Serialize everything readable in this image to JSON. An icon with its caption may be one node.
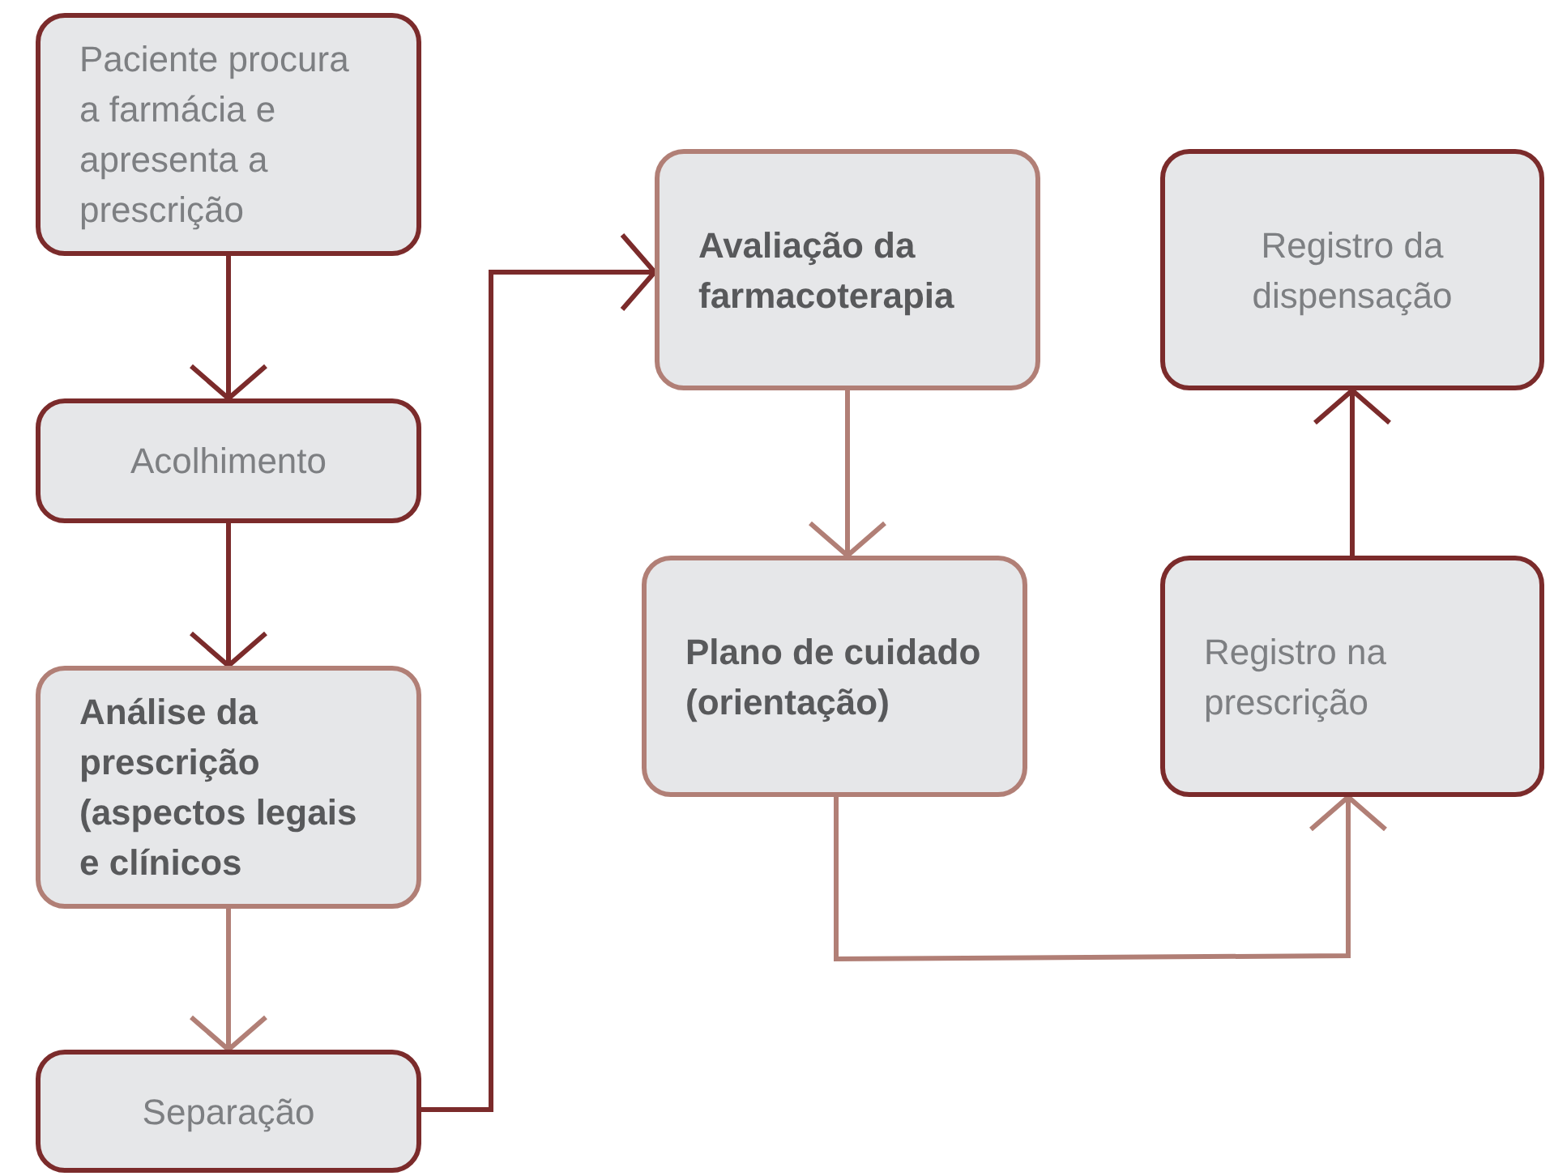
{
  "diagram": {
    "nodes": [
      {
        "text": [
          "Paciente procura a farmácia e apresenta a prescrição"
        ]
      },
      {
        "text": [
          "Acolhimento"
        ]
      },
      {
        "text": [
          "Análise da prescrição (aspectos legais e clínicos"
        ]
      },
      {
        "text": [
          "Separação"
        ]
      },
      {
        "text": [
          "Avaliação da farmacoterapia"
        ]
      },
      {
        "text": [
          "Registro da dispensação"
        ]
      },
      {
        "text": [
          "Plano de cuidado (orientação)"
        ]
      },
      {
        "text": [
          "Registro na prescrição"
        ]
      }
    ],
    "edges": [
      {
        "from": 0,
        "to": 1,
        "arrow": "to"
      },
      {
        "from": 1,
        "to": 2,
        "arrow": "to"
      },
      {
        "from": 2,
        "to": 3,
        "arrow": "to",
        "color": "#b17f76"
      },
      {
        "from": 3,
        "to": 4,
        "arrow": "to"
      },
      {
        "from": 4,
        "to": 6,
        "arrow": "to",
        "color": "#b17f76"
      },
      {
        "from": 6,
        "to": 7,
        "arrow": "to",
        "color": "#b17f76"
      },
      {
        "from": 7,
        "to": 5,
        "arrow": "to"
      }
    ]
  }
}
